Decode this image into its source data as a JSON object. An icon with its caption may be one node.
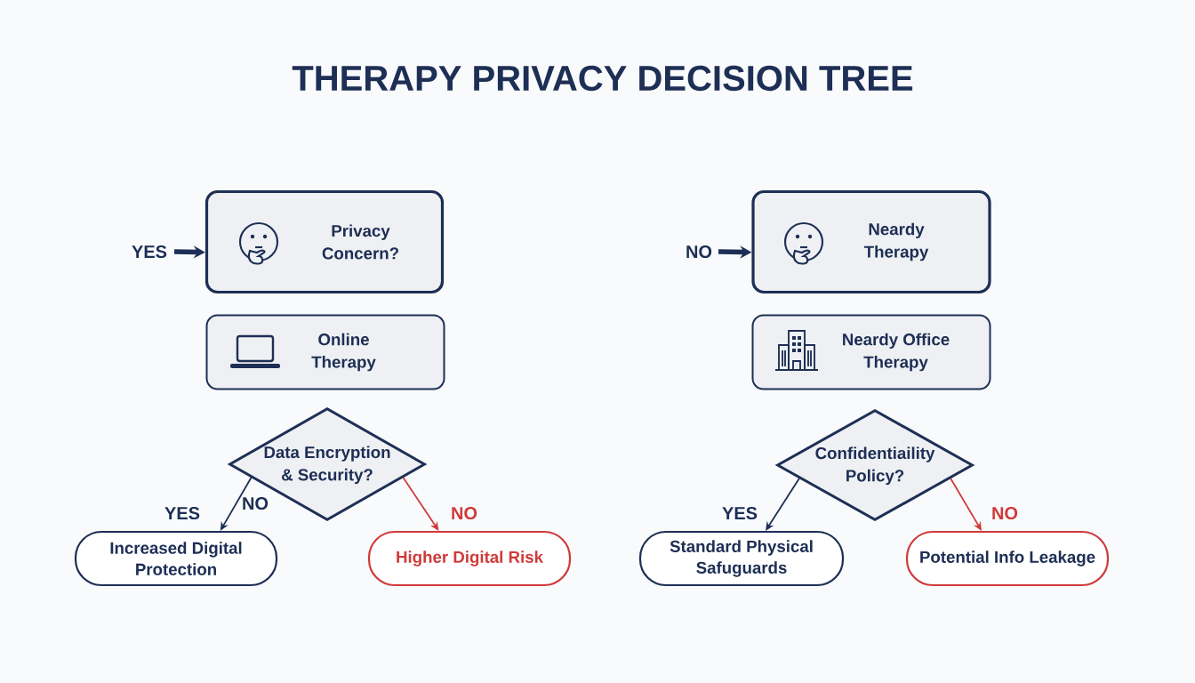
{
  "diagram": {
    "title": "THERAPY PRIVACY DECISION TREE",
    "nodes": [
      {
        "text": [
          "Privacy Concern?"
        ]
      },
      {
        "text": [
          "Online Therapy"
        ]
      },
      {
        "text": [
          "Data Encryption & Security?"
        ]
      },
      {
        "text": [
          "Increased Digital Protection"
        ]
      },
      {
        "text": [
          "Higher Digital Risk"
        ]
      },
      {
        "text": [
          "Neardy Therapy"
        ]
      },
      {
        "text": [
          "Neardy Office Therapy"
        ]
      },
      {
        "text": [
          "Confidentiaility Policy?"
        ]
      },
      {
        "text": [
          "Standard Physical Safuguards"
        ]
      },
      {
        "text": [
          "Potential Info Leakage"
        ]
      }
    ],
    "edges": [
      {
        "from": null,
        "to": 0,
        "arrow": "to",
        "label": "YES",
        "style": "thick"
      },
      {
        "from": null,
        "to": 5,
        "arrow": "to",
        "label": "NO",
        "style": "thick"
      },
      {
        "from": 2,
        "to": 3,
        "arrow": "to",
        "label": "YES"
      },
      {
        "from": 2,
        "to": 4,
        "arrow": "to",
        "label": "NO",
        "color": "#d03a3a"
      },
      {
        "from": 7,
        "to": 8,
        "arrow": "to",
        "label": "YES"
      },
      {
        "from": 7,
        "to": 9,
        "arrow": "to",
        "label": "NO",
        "color": "#d03a3a"
      }
    ],
    "labels": [
      "NO"
    ]
  }
}
